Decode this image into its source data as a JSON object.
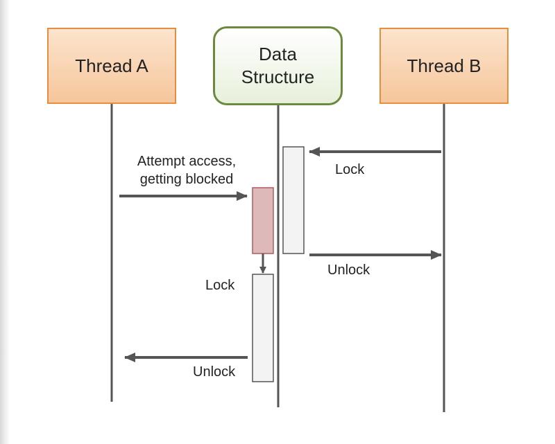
{
  "participants": {
    "thread_a": "Thread A",
    "data_structure": "Data\nStructure",
    "thread_b": "Thread B"
  },
  "messages": {
    "attempt_access": "Attempt access,\ngetting blocked",
    "b_lock": "Lock",
    "b_unlock": "Unlock",
    "a_lock": "Lock",
    "a_unlock": "Unlock"
  },
  "colors": {
    "thread_fill": "#f8d3b2",
    "thread_border": "#e88c3e",
    "ds_border": "#6b8a3d",
    "lifeline": "#555555",
    "arrow": "#555555",
    "blocked_fill": "#deb9ba",
    "blocked_border": "#b05a5f",
    "activation_fill": "#f3f3f3",
    "activation_border": "#555555"
  }
}
